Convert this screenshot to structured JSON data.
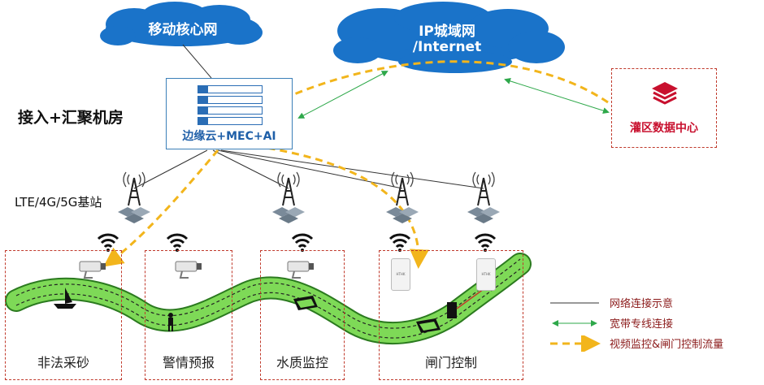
{
  "clouds": {
    "mobile_core": "移动核心网",
    "ip_metro_line1": "IP城域网",
    "ip_metro_line2": "/Internet"
  },
  "access_room": {
    "title": "接入+汇聚机房",
    "edge_label": "边缘云+MEC+AI"
  },
  "base_station": {
    "label": "LTE/4G/5G基站"
  },
  "data_center": {
    "label": "灌区数据中心"
  },
  "zones": [
    {
      "label": "非法采砂"
    },
    {
      "label": "警情预报"
    },
    {
      "label": "水质监控"
    },
    {
      "label": "闸门控制"
    }
  ],
  "device_text": "HTHK",
  "legend": [
    {
      "label": "网络连接示意",
      "style": "solid-black"
    },
    {
      "label": "宽带专线连接",
      "style": "double-arrow-green"
    },
    {
      "label": "视频监控&闸门控制流量",
      "style": "dashed-yellow"
    }
  ],
  "colors": {
    "cloud_blue": "#1a73c9",
    "box_border": "#3b7fb8",
    "edge_text": "#1f5fa8",
    "dashed_red": "#c0392b",
    "river_green": "#7ed957",
    "flow_yellow": "#f2b51c",
    "link_green": "#2ea84a",
    "dc_red": "#c8102e"
  }
}
